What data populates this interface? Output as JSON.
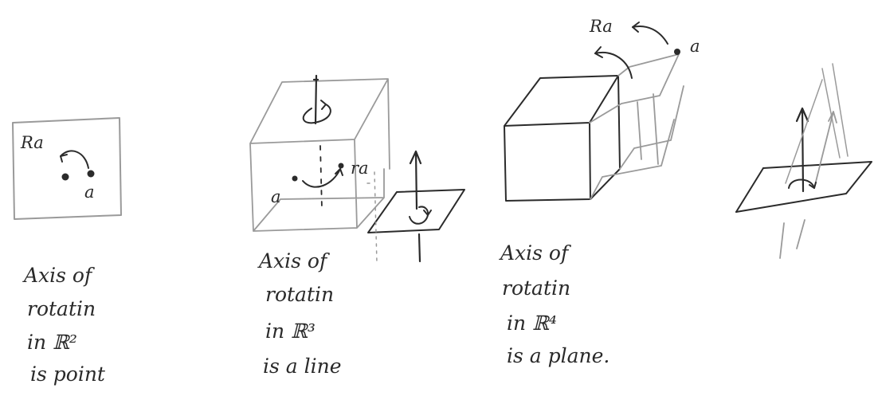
{
  "panel_r2": {
    "label_ra": "Ra",
    "label_a": "a",
    "caption": [
      "Axis of",
      "rotatin",
      "in ℝ²",
      "is point"
    ]
  },
  "panel_r3": {
    "label_a": "a",
    "label_ra": "ra",
    "caption": [
      "Axis of",
      "rotatin",
      "in ℝ³",
      "is a line"
    ]
  },
  "panel_r4": {
    "label_ra": "Ra",
    "label_a": "a",
    "caption": [
      "Axis of",
      "rotatin",
      "in ℝ⁴",
      "is a plane."
    ]
  }
}
